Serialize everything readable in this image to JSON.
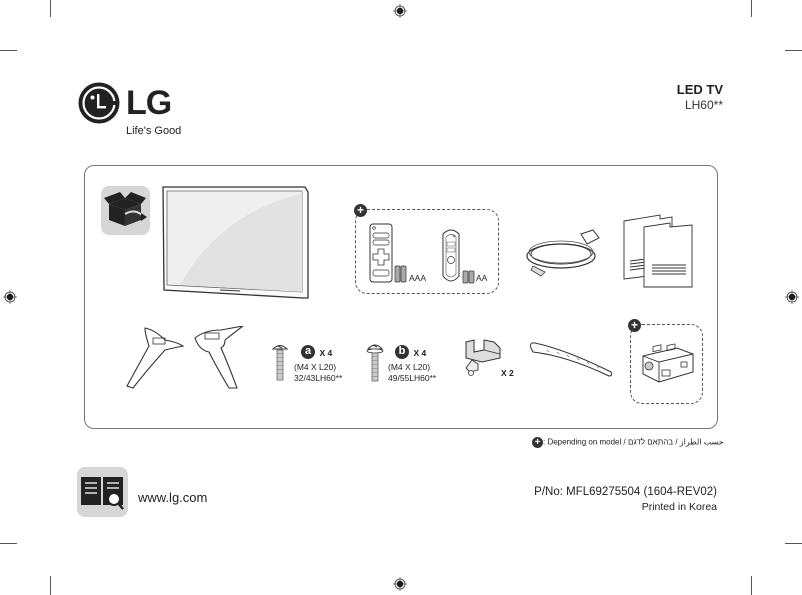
{
  "brand": {
    "logo_letters": "LG",
    "tagline": "Life's Good"
  },
  "header": {
    "title": "LED TV",
    "model": "LH60**"
  },
  "components": {
    "tv": {
      "name": "LED TV"
    },
    "remote_aaa": {
      "battery_label": "AAA"
    },
    "remote_aa": {
      "battery_label": "AA"
    },
    "stand_screw_a": {
      "badge": "a",
      "qty": "X 4",
      "spec": "(M4 X L20)",
      "models": "32/43LH60**"
    },
    "stand_screw_b": {
      "badge": "b",
      "qty": "X 4",
      "spec": "(M4 X L20)",
      "models": "49/55LH60**"
    },
    "cable_holder": {
      "qty": "X 2"
    }
  },
  "legend": {
    "plus_symbol": "+",
    "text": ": Depending on model / حسب الطراز / בהתאם לדגם"
  },
  "footer": {
    "url": "www.lg.com",
    "part_number": "P/No: MFL69275504 (1604-REV02)",
    "printed": "Printed in Korea"
  },
  "colors": {
    "ink": "#222222",
    "icon_bg": "#d6d6d6",
    "border": "#777777"
  }
}
